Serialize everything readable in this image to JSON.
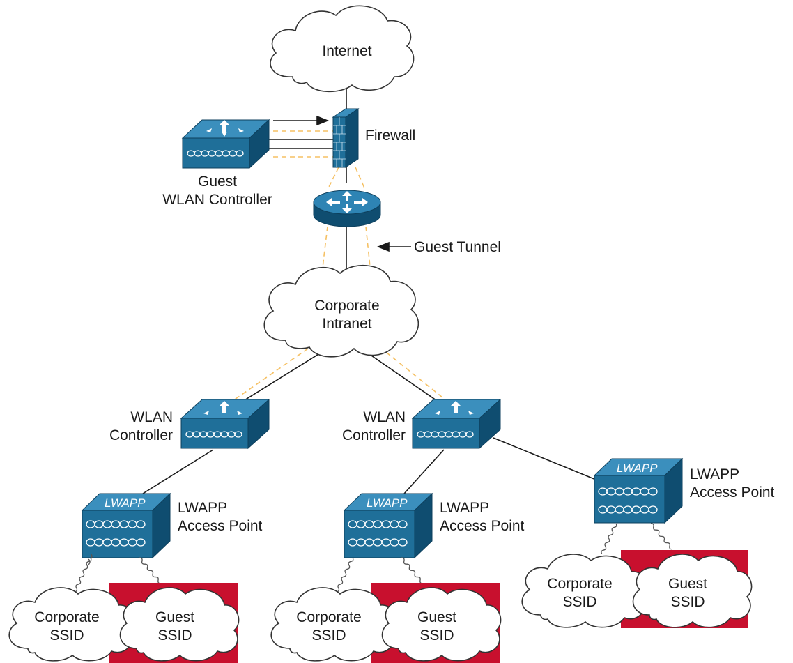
{
  "labels": {
    "internet": "Internet",
    "firewall": "Firewall",
    "guest_wlc_1": "Guest",
    "guest_wlc_2": "WLAN Controller",
    "guest_tunnel": "Guest Tunnel",
    "corp_intranet_1": "Corporate",
    "corp_intranet_2": "Intranet",
    "wlc_left_1": "WLAN",
    "wlc_left_2": "Controller",
    "wlc_mid_1": "WLAN",
    "wlc_mid_2": "Controller",
    "ap_1": "LWAPP",
    "ap_2": "Access Point",
    "ap_badge": "LWAPP",
    "corporate_ssid_1": "Corporate",
    "corporate_ssid_2": "SSID",
    "guest_ssid_1": "Guest",
    "guest_ssid_2": "SSID"
  },
  "colors": {
    "device_blue": "#1f6f99",
    "device_top": "#3b8fbd",
    "device_side": "#0f4d70",
    "guest_red": "#c8102e",
    "tunnel_dash": "#f5c063",
    "line": "#1a1a1a"
  }
}
